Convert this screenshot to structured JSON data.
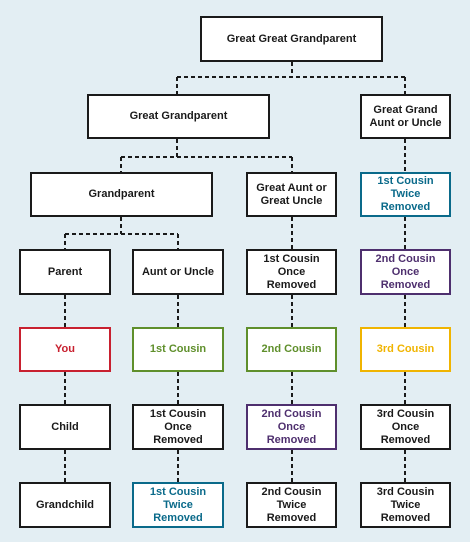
{
  "colors": {
    "background": "#e3eef3",
    "default": "#1a1a1a",
    "you": "#c8202f",
    "first_cousin": "#5f8f2b",
    "second_cousin": "#4e2f6e",
    "third_cousin": "#f0b400",
    "twice_removed": "#0a6a8a"
  },
  "nodes": {
    "great_great_grandparent": {
      "label": "Great Great Grandparent"
    },
    "great_grandparent": {
      "label": "Great Grandparent"
    },
    "great_grand_aunt_uncle": {
      "label": "Great Grand\nAunt or Uncle"
    },
    "grandparent": {
      "label": "Grandparent"
    },
    "great_aunt_uncle": {
      "label": "Great Aunt or\nGreat Uncle"
    },
    "first_cousin_twice_removed_top": {
      "label": "1st Cousin\nTwice Removed"
    },
    "parent": {
      "label": "Parent"
    },
    "aunt_uncle": {
      "label": "Aunt or Uncle"
    },
    "first_cousin_once_removed_top": {
      "label": "1st Cousin\nOnce Removed"
    },
    "second_cousin_once_removed_top": {
      "label": "2nd Cousin\nOnce Removed"
    },
    "you": {
      "label": "You"
    },
    "first_cousin": {
      "label": "1st Cousin"
    },
    "second_cousin": {
      "label": "2nd Cousin"
    },
    "third_cousin": {
      "label": "3rd Cousin"
    },
    "child": {
      "label": "Child"
    },
    "first_cousin_once_removed_bottom": {
      "label": "1st Cousin\nOnce Removed"
    },
    "second_cousin_once_removed_bottom": {
      "label": "2nd Cousin\nOnce Removed"
    },
    "third_cousin_once_removed": {
      "label": "3rd Cousin\nOnce Removed"
    },
    "grandchild": {
      "label": "Grandchild"
    },
    "first_cousin_twice_removed_bottom": {
      "label": "1st Cousin\nTwice Removed"
    },
    "second_cousin_twice_removed": {
      "label": "2nd Cousin\nTwice Removed"
    },
    "third_cousin_twice_removed": {
      "label": "3rd Cousin\nTwice Removed"
    }
  }
}
